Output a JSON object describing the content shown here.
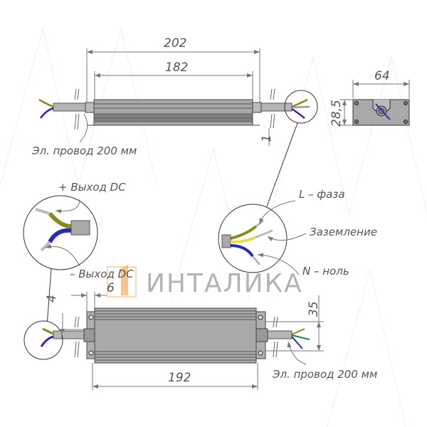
{
  "top_view": {
    "dim_overall": "202",
    "dim_body": "182",
    "dim_offset": "1",
    "cable_label": "Эл. провод 200 мм"
  },
  "end_view": {
    "dim_width": "64",
    "dim_height": "28,5"
  },
  "output_detail": {
    "plus_label": "+ Выход DC",
    "minus_label": "– Выход DC"
  },
  "input_detail": {
    "phase_label": "L – фаза",
    "ground_label": "Заземление",
    "neutral_label": "N – ноль"
  },
  "bottom_view": {
    "dim_length": "192",
    "dim_height": "35",
    "dim_flange": "6",
    "dim_offset": "4",
    "cable_label": "Эл. провод 200 мм"
  },
  "watermark": {
    "logo_text": "ИНТАЛИКА",
    "logo_color": "#f28c28"
  },
  "colors": {
    "wire_brown": "#8a8a1a",
    "wire_blue": "#2a2ab8",
    "wire_yellow": "#e6e040",
    "body": "#a9a9a9"
  }
}
